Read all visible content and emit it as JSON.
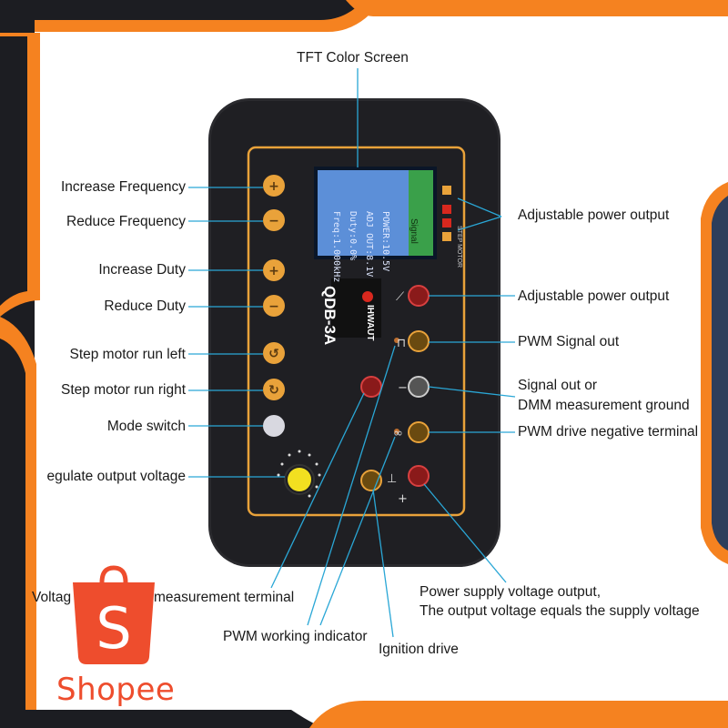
{
  "header": {
    "screen_label": "TFT Color  Screen"
  },
  "left_labels": [
    {
      "id": "increase-frequency",
      "text": "Increase Frequency"
    },
    {
      "id": "reduce-frequency",
      "text": "Reduce Frequency"
    },
    {
      "id": "increase-duty",
      "text": "Increase Duty"
    },
    {
      "id": "reduce-duty",
      "text": "Reduce Duty"
    },
    {
      "id": "step-left",
      "text": "Step motor run left"
    },
    {
      "id": "step-right",
      "text": "Step motor run right"
    },
    {
      "id": "mode-switch",
      "text": "Mode switch"
    },
    {
      "id": "regulate-voltage",
      "text": "egulate output voltage"
    }
  ],
  "right_labels": [
    {
      "id": "adj-power-output-1",
      "text": "Adjustable power output"
    },
    {
      "id": "adj-power-output-2",
      "text": "Adjustable power output"
    },
    {
      "id": "pwm-signal-out",
      "text": "PWM Signal out"
    },
    {
      "id": "signal-out",
      "text": "Signal out or"
    },
    {
      "id": "dmm-ground",
      "text": "DMM measurement ground"
    },
    {
      "id": "pwm-drive-negative",
      "text": "PWM drive negative terminal"
    }
  ],
  "bottom_labels": {
    "voltage_measure_a": "Voltag",
    "voltage_measure_b": "measurement terminal",
    "pwm_indicator": "PWM working indicator",
    "ignition": "Ignition drive",
    "power_supply_line1": "Power supply voltage output,",
    "power_supply_line2": "The output voltage equals the supply voltage"
  },
  "device": {
    "model": "QDB-3A",
    "brand": "IHWAUT",
    "screen_lines": [
      "Freq:1.000kHz",
      "Duty:0.0%",
      "ADJ OUT:8.1V",
      "POWER:10.5V"
    ],
    "screen_tag": "Signal",
    "step_motor_text": "STEP MOTOR"
  },
  "brand": {
    "name": "Shopee",
    "glyph": "S"
  },
  "colors": {
    "orange": "#f58220",
    "navy": "#2d3e5b",
    "dark": "#1c1d22",
    "button_orange": "#e9a23a",
    "line_blue": "#2aa7d6",
    "shopee": "#ee4d2d"
  }
}
